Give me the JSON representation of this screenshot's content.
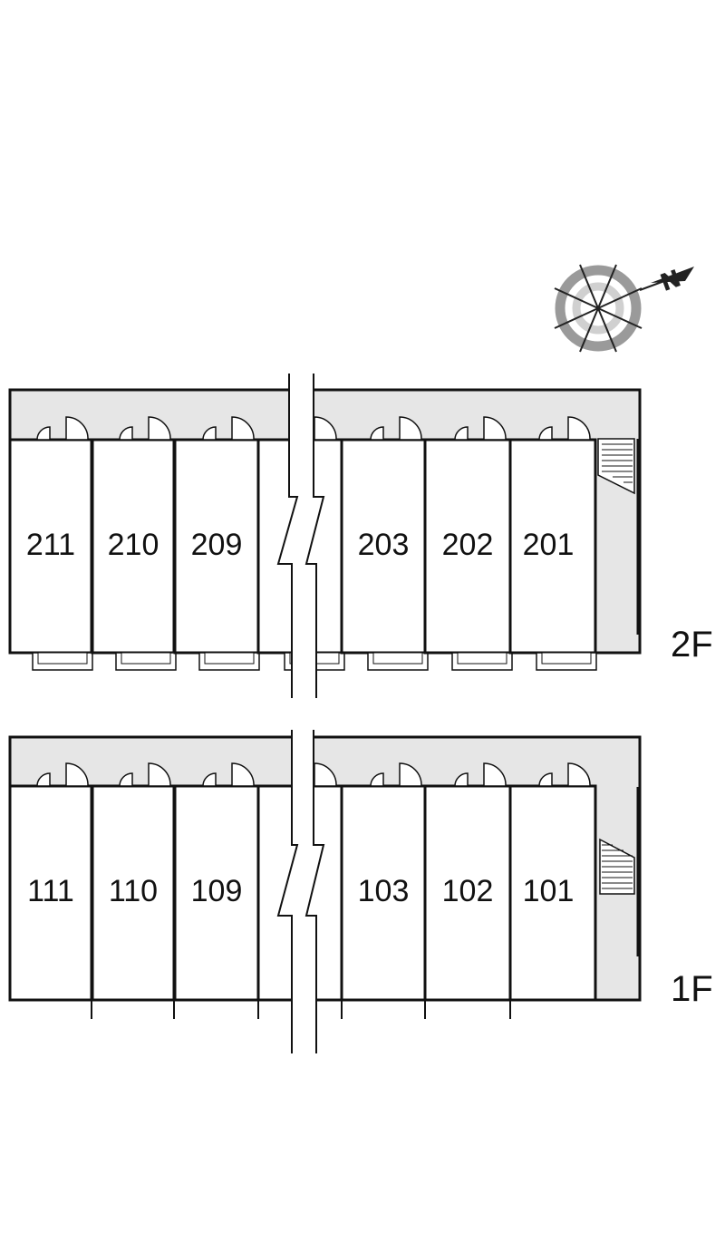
{
  "compass": {
    "label": "N",
    "icon": "north-compass-icon"
  },
  "floors": [
    {
      "label": "2F",
      "units": [
        "211",
        "210",
        "209",
        "203",
        "202",
        "201"
      ],
      "has_balconies": true
    },
    {
      "label": "1F",
      "units": [
        "111",
        "110",
        "109",
        "103",
        "102",
        "101"
      ],
      "has_balconies": false
    }
  ],
  "colors": {
    "wall": "#111111",
    "corridor": "#e6e6e6",
    "compass_ring": "#9a9a9a",
    "compass_inner": "#d0d0d0"
  }
}
